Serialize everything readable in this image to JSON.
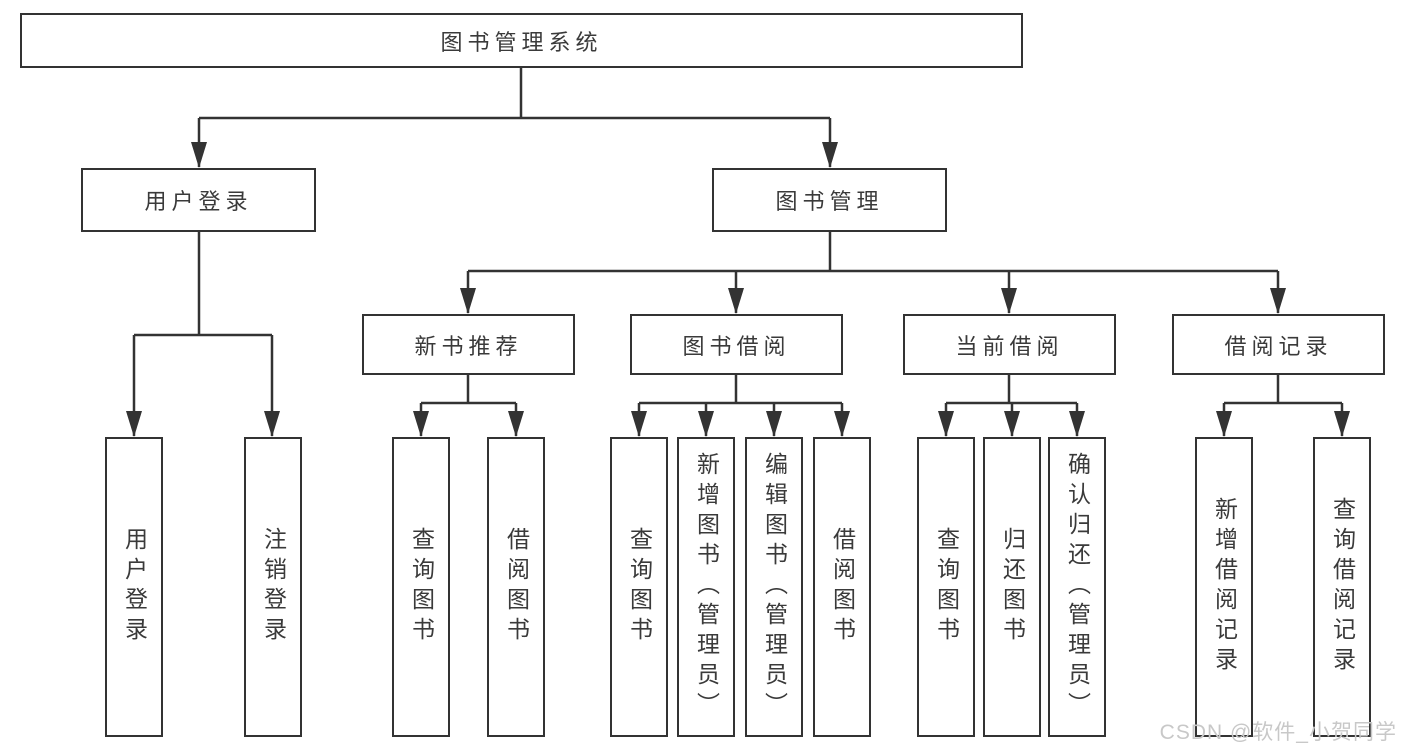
{
  "diagram": {
    "title_node": {
      "label": "图书管理系统"
    },
    "level2": [
      {
        "id": "user-login",
        "label": "用户登录"
      },
      {
        "id": "book-management",
        "label": "图书管理"
      }
    ],
    "level3": [
      {
        "id": "new-book-recommend",
        "label": "新书推荐"
      },
      {
        "id": "book-borrow",
        "label": "图书借阅"
      },
      {
        "id": "current-borrow",
        "label": "当前借阅"
      },
      {
        "id": "borrow-record",
        "label": "借阅记录"
      }
    ],
    "leaves": [
      {
        "parent": "user-login",
        "label": "用户登录"
      },
      {
        "parent": "user-login",
        "label": "注销登录"
      },
      {
        "parent": "new-book-recommend",
        "label": "查询图书"
      },
      {
        "parent": "new-book-recommend",
        "label": "借阅图书"
      },
      {
        "parent": "book-borrow",
        "label": "查询图书"
      },
      {
        "parent": "book-borrow",
        "label": "新增图书（管理员）"
      },
      {
        "parent": "book-borrow",
        "label": "编辑图书（管理员）"
      },
      {
        "parent": "book-borrow",
        "label": "借阅图书"
      },
      {
        "parent": "current-borrow",
        "label": "查询图书"
      },
      {
        "parent": "current-borrow",
        "label": "归还图书"
      },
      {
        "parent": "current-borrow",
        "label": "确认归还（管理员）"
      },
      {
        "parent": "borrow-record",
        "label": "新增借阅记录"
      },
      {
        "parent": "borrow-record",
        "label": "查询借阅记录"
      }
    ]
  },
  "watermark": "CSDN @软件_小贺同学",
  "colors": {
    "line": "#333333",
    "box_border": "#333333",
    "text": "#3a3a3a",
    "watermark": "#c8c8c8",
    "background": "#ffffff"
  }
}
